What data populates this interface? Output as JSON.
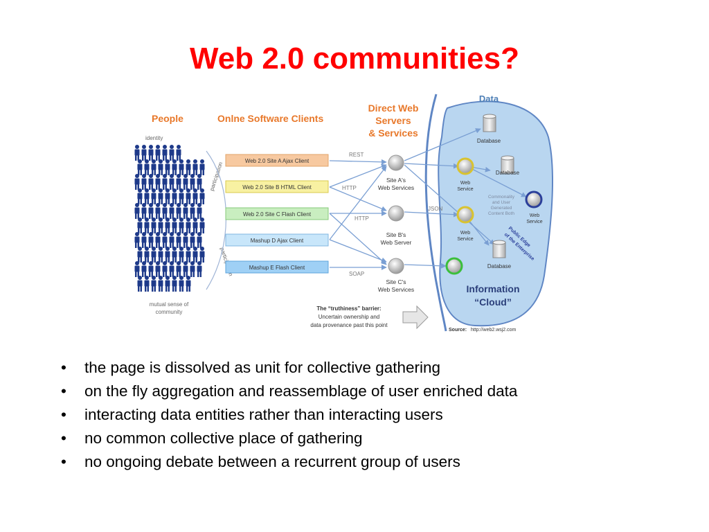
{
  "slide": {
    "title": "Web 2.0 communities?",
    "bullet_char": "•",
    "bullets": [
      "the page is dissolved as unit for collective gathering",
      "on the fly aggregation and reassemblage of user enriched data",
      "interacting data entities rather than interacting users",
      "no common collective place of gathering",
      "no ongoing debate between a recurrent group of users"
    ]
  },
  "diagram": {
    "headers": {
      "people": "People",
      "clients": "Onlne Software Clients",
      "servers_1": "Direct Web",
      "servers_2": "Servers",
      "servers_3": "& Services",
      "data": "Data"
    },
    "people": {
      "identity": "identity",
      "participation_top": "participation",
      "participation_bottom": "participation",
      "mutual_1": "mutual sense of",
      "mutual_2": "community"
    },
    "clients": [
      {
        "label": "Web 2.0 Site A Ajax Client",
        "color": "#f7c9a0"
      },
      {
        "label": "Web 2.0 Site B HTML Client",
        "color": "#f8f1a2"
      },
      {
        "label": "Web 2.0 Site C Flash Client",
        "color": "#c9eec0"
      },
      {
        "label": "Mashup D Ajax Client",
        "color": "#c8e6fa"
      },
      {
        "label": "Mashup E Flash Client",
        "color": "#9fd0f5"
      }
    ],
    "protocols": {
      "rest": "REST",
      "http1": "HTTP",
      "http2": "HTTP",
      "soap": "SOAP",
      "json": "JSON"
    },
    "servers": [
      {
        "line1": "Site A's",
        "line2": "Web Services"
      },
      {
        "line1": "Site B's",
        "line2": "Web Server"
      },
      {
        "line1": "Site C's",
        "line2": "Web Services"
      }
    ],
    "cloud": {
      "db1": "Database",
      "db2": "Database",
      "db3": "Database",
      "ws1_1": "Web",
      "ws1_2": "Service",
      "ws2_1": "Web",
      "ws2_2": "Service",
      "ws3_1": "Web",
      "ws3_2": "Service",
      "commons_1": "Commonality",
      "commons_2": "and User",
      "commons_3": "Generated",
      "commons_4": "Content Both",
      "edge_1": "Public Edge",
      "edge_2": "of the Enterprise",
      "info_1": "Information",
      "info_2": "“Cloud”"
    },
    "barrier": {
      "title": "The “truthiness” barrier:",
      "line1": "Uncertain ownership and",
      "line2": "data provenance past this point"
    },
    "source": {
      "label": "Source:",
      "url": "http://web2.wsj2.com"
    },
    "colors": {
      "header_orange": "#e8782a",
      "header_blue": "#4d7fb6",
      "people_blue": "#1e3a8a",
      "cloud_fill": "#b9d6f0",
      "cloud_stroke": "#5f86c4",
      "arrow_blue": "#7a9fd3"
    }
  }
}
